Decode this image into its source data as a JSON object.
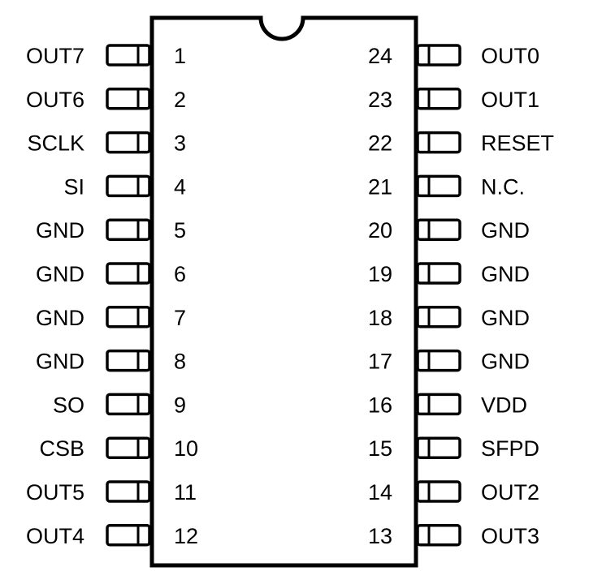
{
  "left_pins": [
    {
      "number": "1",
      "name": "OUT7"
    },
    {
      "number": "2",
      "name": "OUT6"
    },
    {
      "number": "3",
      "name": "SCLK"
    },
    {
      "number": "4",
      "name": "SI"
    },
    {
      "number": "5",
      "name": "GND"
    },
    {
      "number": "6",
      "name": "GND"
    },
    {
      "number": "7",
      "name": "GND"
    },
    {
      "number": "8",
      "name": "GND"
    },
    {
      "number": "9",
      "name": "SO"
    },
    {
      "number": "10",
      "name": "CSB"
    },
    {
      "number": "11",
      "name": "OUT5"
    },
    {
      "number": "12",
      "name": "OUT4"
    }
  ],
  "right_pins": [
    {
      "number": "24",
      "name": "OUT0"
    },
    {
      "number": "23",
      "name": "OUT1"
    },
    {
      "number": "22",
      "name": "RESET"
    },
    {
      "number": "21",
      "name": "N.C."
    },
    {
      "number": "20",
      "name": "GND"
    },
    {
      "number": "19",
      "name": "GND"
    },
    {
      "number": "18",
      "name": "GND"
    },
    {
      "number": "17",
      "name": "GND"
    },
    {
      "number": "16",
      "name": "VDD"
    },
    {
      "number": "15",
      "name": "SFPD"
    },
    {
      "number": "14",
      "name": "OUT2"
    },
    {
      "number": "13",
      "name": "OUT3"
    }
  ],
  "colors": {
    "stroke": "#000000",
    "background": "#ffffff"
  }
}
